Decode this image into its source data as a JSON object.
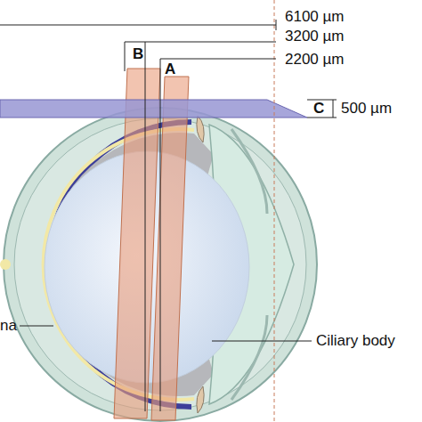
{
  "diagram": {
    "nodes": [
      {
        "text": [
          "B"
        ]
      },
      {
        "text": [
          "A"
        ]
      },
      {
        "text": [
          "C"
        ]
      }
    ],
    "labels": [
      "6100 µm",
      "3200 µm",
      "2200 µm",
      "500 µm",
      "Ciliary body",
      "na"
    ]
  }
}
